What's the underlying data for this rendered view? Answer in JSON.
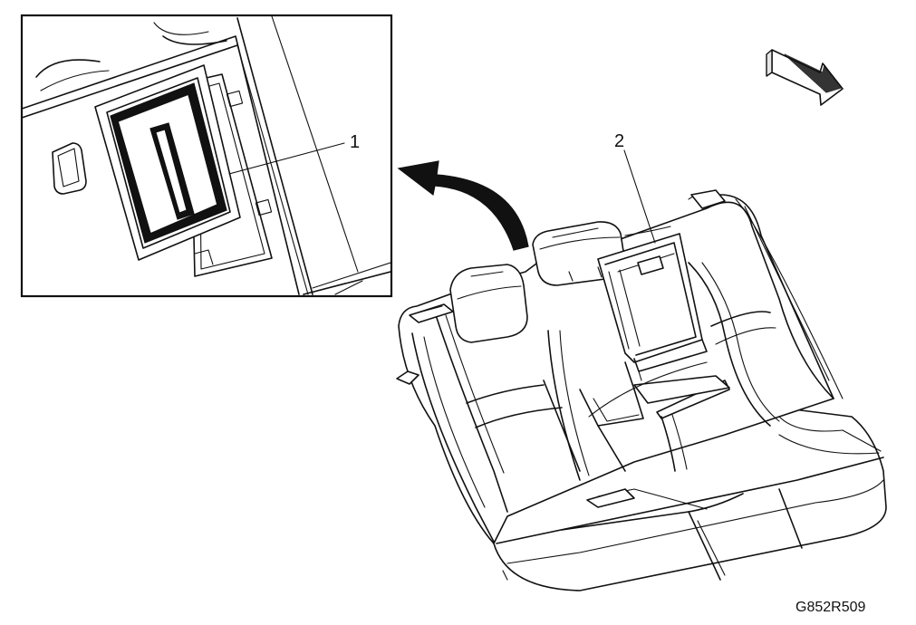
{
  "callouts": {
    "item_1": "1",
    "item_2": "2"
  },
  "figure_code": "G852R509",
  "colors": {
    "line": "#111111",
    "background": "#ffffff"
  },
  "icons": [
    "direction-arrow-icon",
    "curved-arrow-icon"
  ]
}
